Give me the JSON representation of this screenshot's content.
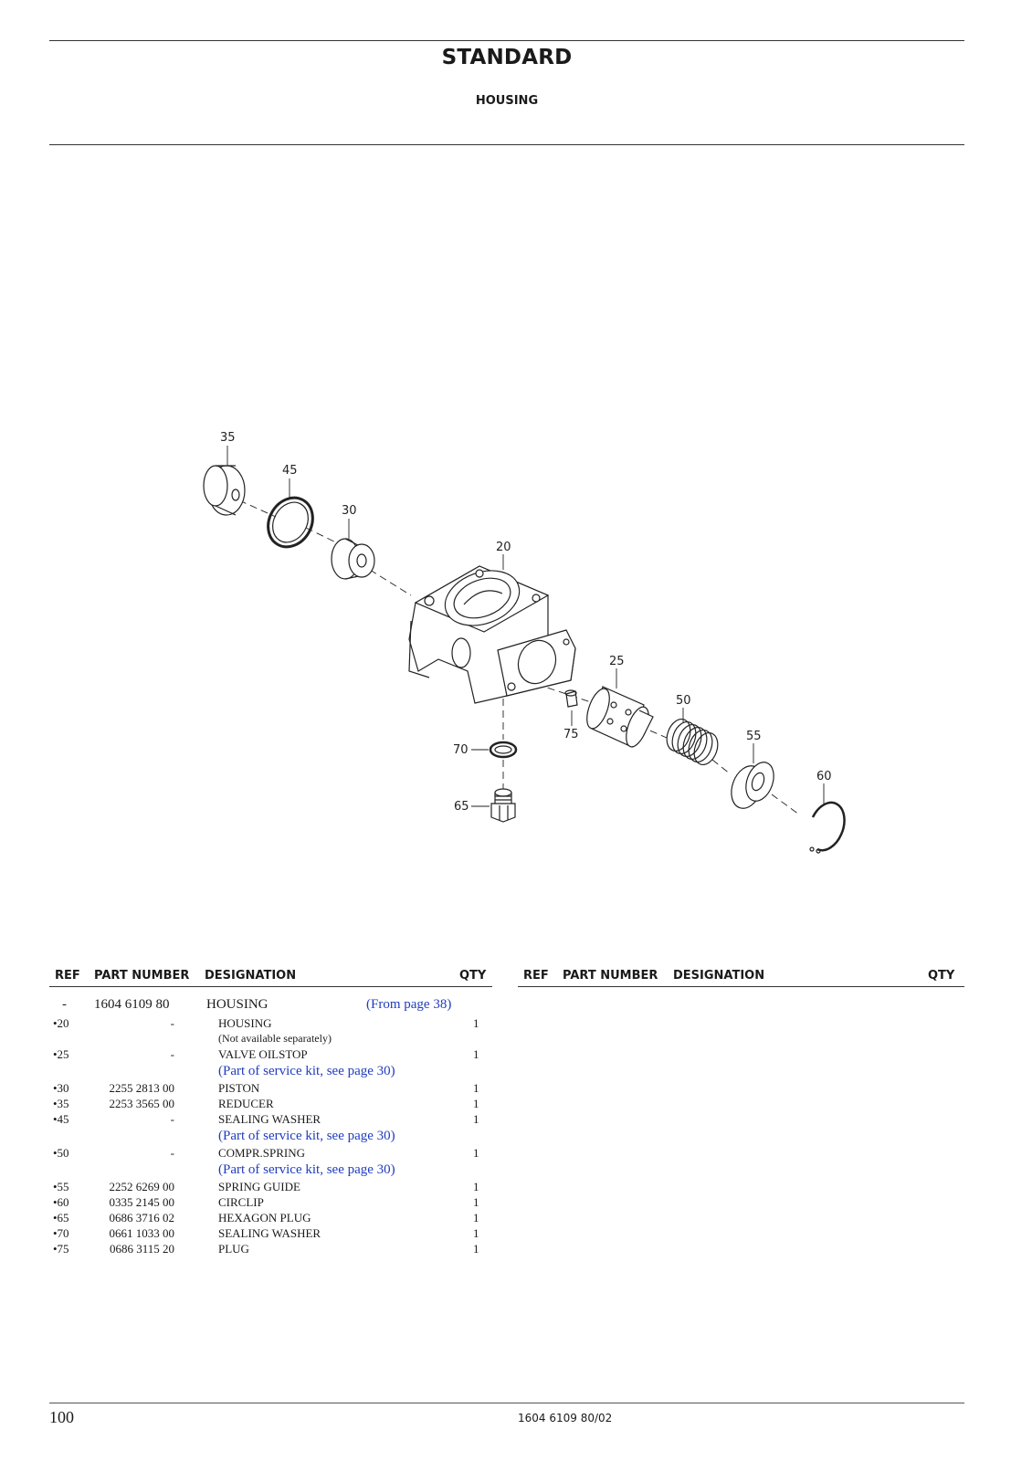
{
  "header": {
    "title": "STANDARD",
    "subtitle": "HOUSING"
  },
  "diagram": {
    "callouts": {
      "c35": "35",
      "c45": "45",
      "c30": "30",
      "c20": "20",
      "c25": "25",
      "c50": "50",
      "c55": "55",
      "c60": "60",
      "c70": "70",
      "c75": "75",
      "c65": "65"
    }
  },
  "table": {
    "headers": {
      "ref": "REF",
      "part_number": "PART NUMBER",
      "designation": "DESIGNATION",
      "qty": "QTY"
    },
    "main": {
      "ref": "-",
      "part_number": "1604 6109 80",
      "designation": "HOUSING",
      "link": "(From page 38)"
    },
    "rows": [
      {
        "ref": "•20",
        "part_number": "-",
        "designation": "HOUSING",
        "qty": "1"
      },
      {
        "note": "(Not available separately)"
      },
      {
        "ref": "•25",
        "part_number": "-",
        "designation": "VALVE OILSTOP",
        "qty": "1"
      },
      {
        "kit": "(Part of service kit, see page 30)"
      },
      {
        "ref": "•30",
        "part_number": "2255 2813 00",
        "designation": "PISTON",
        "qty": "1"
      },
      {
        "ref": "•35",
        "part_number": "2253 3565 00",
        "designation": "REDUCER",
        "qty": "1"
      },
      {
        "ref": "•45",
        "part_number": "-",
        "designation": "SEALING WASHER",
        "qty": "1"
      },
      {
        "kit": "(Part of service kit, see page 30)"
      },
      {
        "ref": "•50",
        "part_number": "-",
        "designation": "COMPR.SPRING",
        "qty": "1"
      },
      {
        "kit": "(Part of service kit, see page 30)"
      },
      {
        "ref": "•55",
        "part_number": "2252 6269 00",
        "designation": "SPRING GUIDE",
        "qty": "1"
      },
      {
        "ref": "•60",
        "part_number": "0335 2145 00",
        "designation": "CIRCLIP",
        "qty": "1"
      },
      {
        "ref": "•65",
        "part_number": "0686 3716 02",
        "designation": "HEXAGON PLUG",
        "qty": "1"
      },
      {
        "ref": "•70",
        "part_number": "0661 1033 00",
        "designation": "SEALING WASHER",
        "qty": "1"
      },
      {
        "ref": "•75",
        "part_number": "0686 3115 20",
        "designation": "PLUG",
        "qty": "1"
      }
    ]
  },
  "footer": {
    "page_number": "100",
    "doc_number": "1604 6109 80/02"
  }
}
